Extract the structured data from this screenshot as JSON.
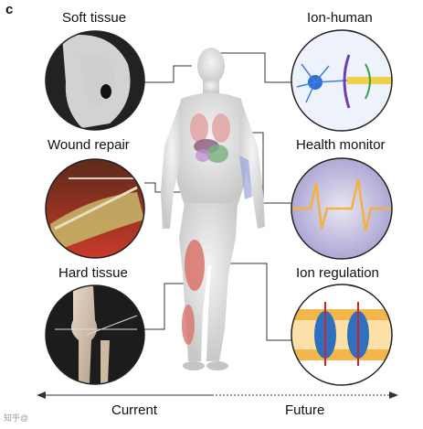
{
  "panel_letter": "c",
  "labels": {
    "soft_tissue": "Soft tissue",
    "wound_repair": "Wound repair",
    "hard_tissue": "Hard tissue",
    "ion_human": "Ion-human",
    "health_monitor": "Health monitor",
    "ion_regulation": "Ion regulation"
  },
  "timeline": {
    "left": "Current",
    "right": "Future"
  },
  "watermark": "知乎@"
}
